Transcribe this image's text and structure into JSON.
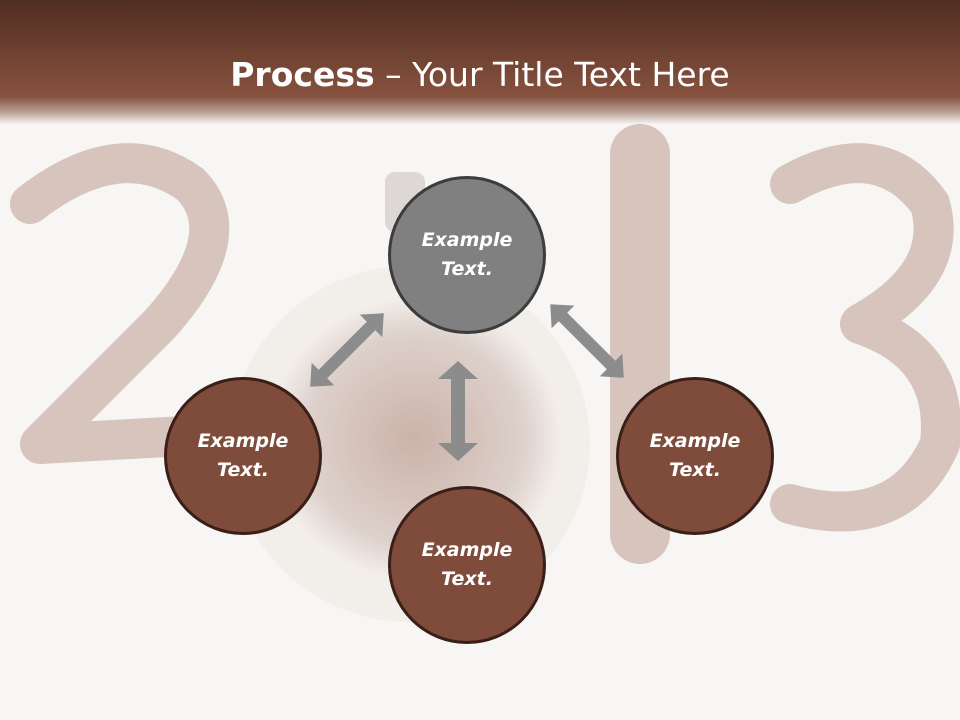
{
  "title": {
    "bold": "Process",
    "rest": " – Your Title Text Here"
  },
  "nodes": {
    "top": "Example Text.",
    "left": "Example Text.",
    "right": "Example Text.",
    "bottom": "Example Text."
  },
  "colors": {
    "header": "#6d4030",
    "node_gray": "#808080",
    "node_brown": "#7f4c3c",
    "arrow": "#8c8c8c"
  }
}
